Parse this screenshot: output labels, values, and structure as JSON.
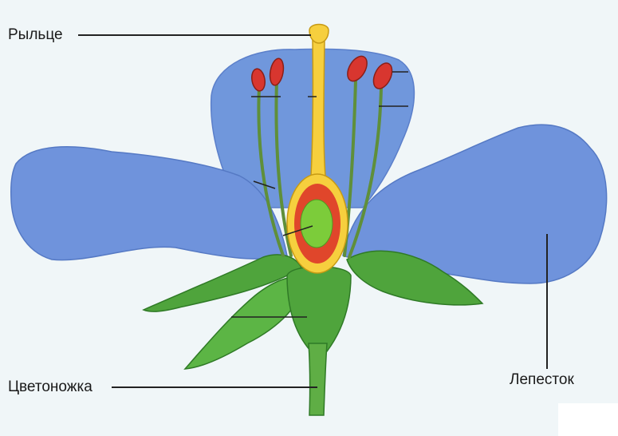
{
  "labels": {
    "stigma": "Рыльце",
    "pedicel": "Цветоножка",
    "petal": "Лепесток"
  },
  "colors": {
    "background": "#f0f6f8",
    "petal": "#6f93dc",
    "petal_dark": "#5579c4",
    "leaf": "#4fa43c",
    "leaf_dark": "#2f7a26",
    "stem": "#5fae45",
    "style": "#f6cf3e",
    "ovary_wall": "#e0462b",
    "ovule": "#7ccc3a",
    "anther": "#d8362f",
    "filament": "#5f8f3a",
    "line": "#222222"
  },
  "icons": [
    "flower-diagram"
  ]
}
